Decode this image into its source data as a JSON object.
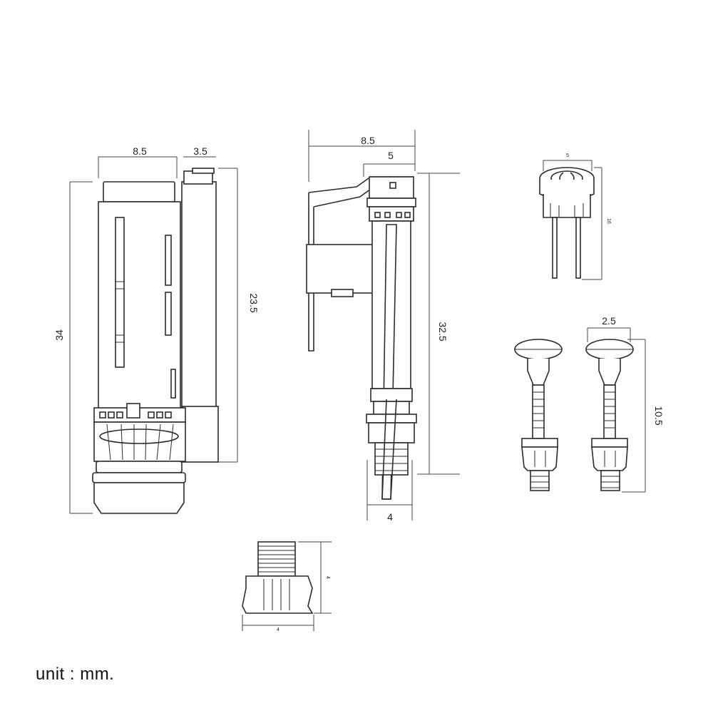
{
  "flush_valve": {
    "dim_top_width": "8.5",
    "dim_side_width": "3.5",
    "dim_total_height": "34",
    "dim_overflow_height": "23.5"
  },
  "fill_valve": {
    "dim_total_width": "8.5",
    "dim_top_width": "5",
    "dim_height": "32.5",
    "dim_base_width": "4"
  },
  "push_button": {
    "dim_width": "5",
    "dim_height": "16"
  },
  "rods": {
    "dim_cap_width": "2.5",
    "dim_height": "10.5"
  },
  "nut": {
    "dim_height": "4",
    "dim_width": "4"
  },
  "footer": {
    "unit_label": "unit : mm."
  },
  "colors": {
    "line": "#2b2b2b",
    "background": "#ffffff"
  }
}
